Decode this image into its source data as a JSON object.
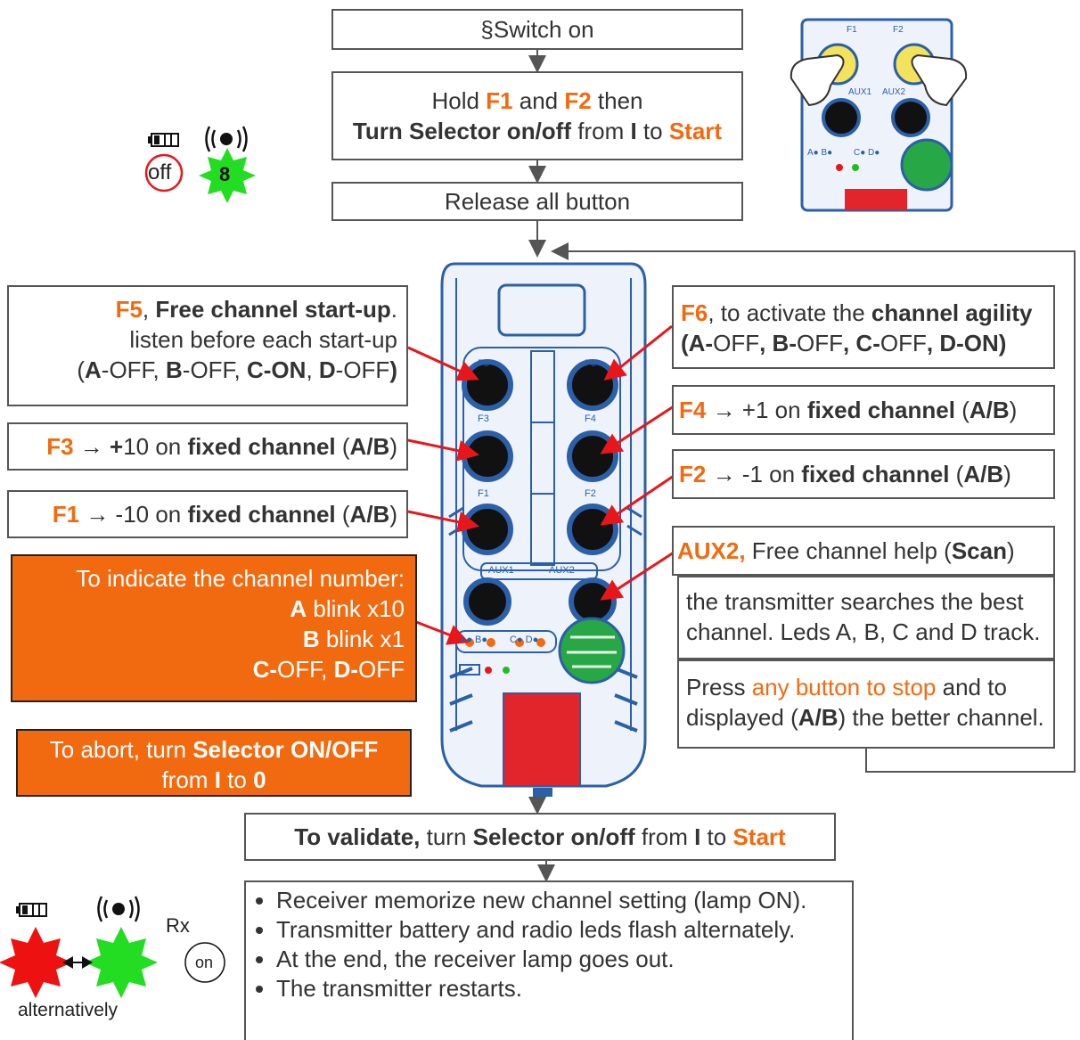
{
  "flow": {
    "switch_on": "§Switch on",
    "hold_line1": {
      "a": "Hold ",
      "f1": "F1",
      "b": " and ",
      "f2": "F2",
      "c": " then"
    },
    "hold_line2": {
      "a": "Turn Selector on/off",
      "b": " from ",
      "c": "I",
      "d": " to ",
      "e": "Start"
    },
    "release": "Release all button",
    "validate": {
      "a": "To validate,",
      "b": " turn ",
      "c": "Selector on/off",
      "d": " from ",
      "e": "I",
      "f": " to ",
      "g": "Start"
    }
  },
  "indicator_top": {
    "off_label": "off",
    "radio_count": "8"
  },
  "left_boxes": {
    "f5": {
      "key": "F5",
      "sep": ", ",
      "title": "Free channel start-up",
      "dot": ".",
      "line2": "listen before each start-up",
      "l3": [
        "(",
        "A",
        "-OFF, ",
        "B",
        "-OFF, ",
        "C-ON",
        ", ",
        "D",
        "-OFF",
        ")"
      ]
    },
    "f3": {
      "key": "F3",
      "arrow": " → ",
      "plus": "+",
      "txt": "10 on ",
      "fixed": "fixed channel",
      "open": " (",
      "ab": "A/B",
      "close": ")"
    },
    "f1": {
      "key": "F1",
      "arrow": " → ",
      "txt": "-10 on ",
      "fixed": "fixed channel",
      "open": " (",
      "ab": "A/B",
      "close": ")"
    },
    "indicate": {
      "line1": "To indicate the channel number:",
      "a": "A",
      "a_txt": " blink x10",
      "b": "B",
      "b_txt": " blink x1",
      "c": "C-",
      "c_txt": "OFF, ",
      "d": "D-",
      "d_txt": "OFF"
    },
    "abort": {
      "a": "To abort, turn ",
      "b": "Selector ON/OFF",
      "c": "from ",
      "d": "I",
      "e": " to ",
      "f": "0"
    }
  },
  "right_boxes": {
    "f6": {
      "key": "F6",
      "txt": ", to activate the ",
      "title": "channel agility",
      "l2": [
        "(A-",
        "OFF",
        ", B-",
        "OFF",
        ", C-",
        "OFF",
        ", D-ON)"
      ]
    },
    "f4": {
      "key": "F4",
      "arrow": " → ",
      "txt": " +1 on ",
      "fixed": "fixed channel",
      "open": " (",
      "ab": "A/B",
      "close": ")"
    },
    "f2": {
      "key": "F2",
      "arrow": " →  ",
      "txt": "-1 on ",
      "fixed": "fixed channel",
      "open": " (",
      "ab": "A/B",
      "close": ")"
    },
    "aux2": {
      "key": "AUX2,",
      "txt": " Free channel help (",
      "scan": "Scan",
      "close": ")"
    },
    "search": {
      "line1": "the transmitter searches the best",
      "line2": "channel. Leds A, B, C and D track."
    },
    "press": {
      "a": "Press ",
      "b": "any button to stop",
      "c": " and to",
      "d": "displayed (",
      "e": "A/B",
      "f": ") the better channel."
    }
  },
  "remote_labels": {
    "f5": "F5",
    "f6": "F6",
    "f3": "F3",
    "f4": "F4",
    "f1": "F1",
    "f2": "F2",
    "aux1": "AUX1",
    "aux2": "AUX2",
    "leds_ab": "A● B●",
    "leds_cd": "C● D●"
  },
  "photo_labels": {
    "f1": "F1",
    "f2": "F2",
    "aux1": "AUX1",
    "aux2": "AUX2",
    "leds_ab": "A● B●",
    "leds_cd": "C● D●"
  },
  "bottom_left": {
    "rx": "Rx",
    "on": "on",
    "alt": "alternatively"
  },
  "bottom_list": [
    "Receiver memorize new channel setting (lamp ON).",
    "Transmitter battery and radio leds flash alternately.",
    "At the end, the receiver lamp goes out.",
    "The transmitter restarts."
  ],
  "colors": {
    "accent": "#f26a10",
    "remote_blue": "#2b5fa8",
    "arrow_red": "#e8161b",
    "led_green": "#22dd22",
    "led_red": "#ee1111"
  }
}
